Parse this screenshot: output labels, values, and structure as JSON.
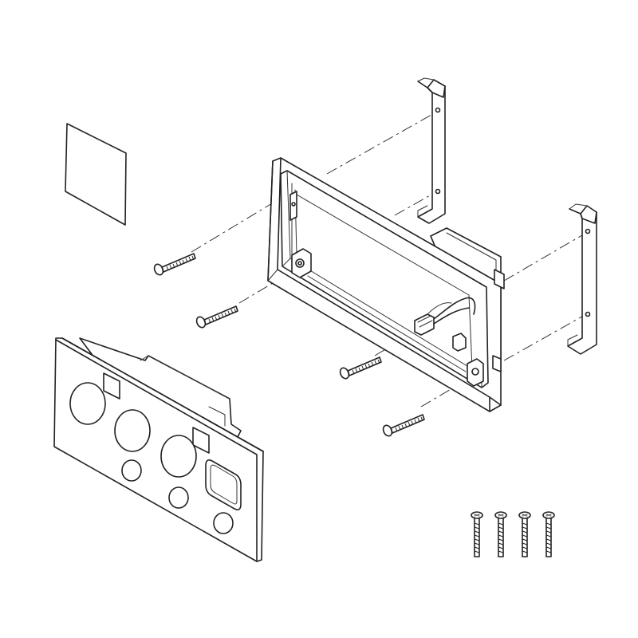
{
  "diagram": {
    "type": "exploded-assembly-view",
    "parts": [
      {
        "id": "label-sheet",
        "icon": "square-sheet-icon"
      },
      {
        "id": "mounting-frame",
        "icon": "rectangular-frame-icon"
      },
      {
        "id": "mounting-bracket-upper",
        "icon": "bracket-icon"
      },
      {
        "id": "mounting-bracket-lower",
        "icon": "bracket-icon"
      },
      {
        "id": "face-plate",
        "icon": "face-plate-icon"
      },
      {
        "id": "frame-screws",
        "count": 4,
        "icon": "screw-icon"
      },
      {
        "id": "spare-screws",
        "count": 4,
        "icon": "screw-icon"
      }
    ],
    "colors": {
      "line": "#222222",
      "background": "#ffffff"
    }
  }
}
